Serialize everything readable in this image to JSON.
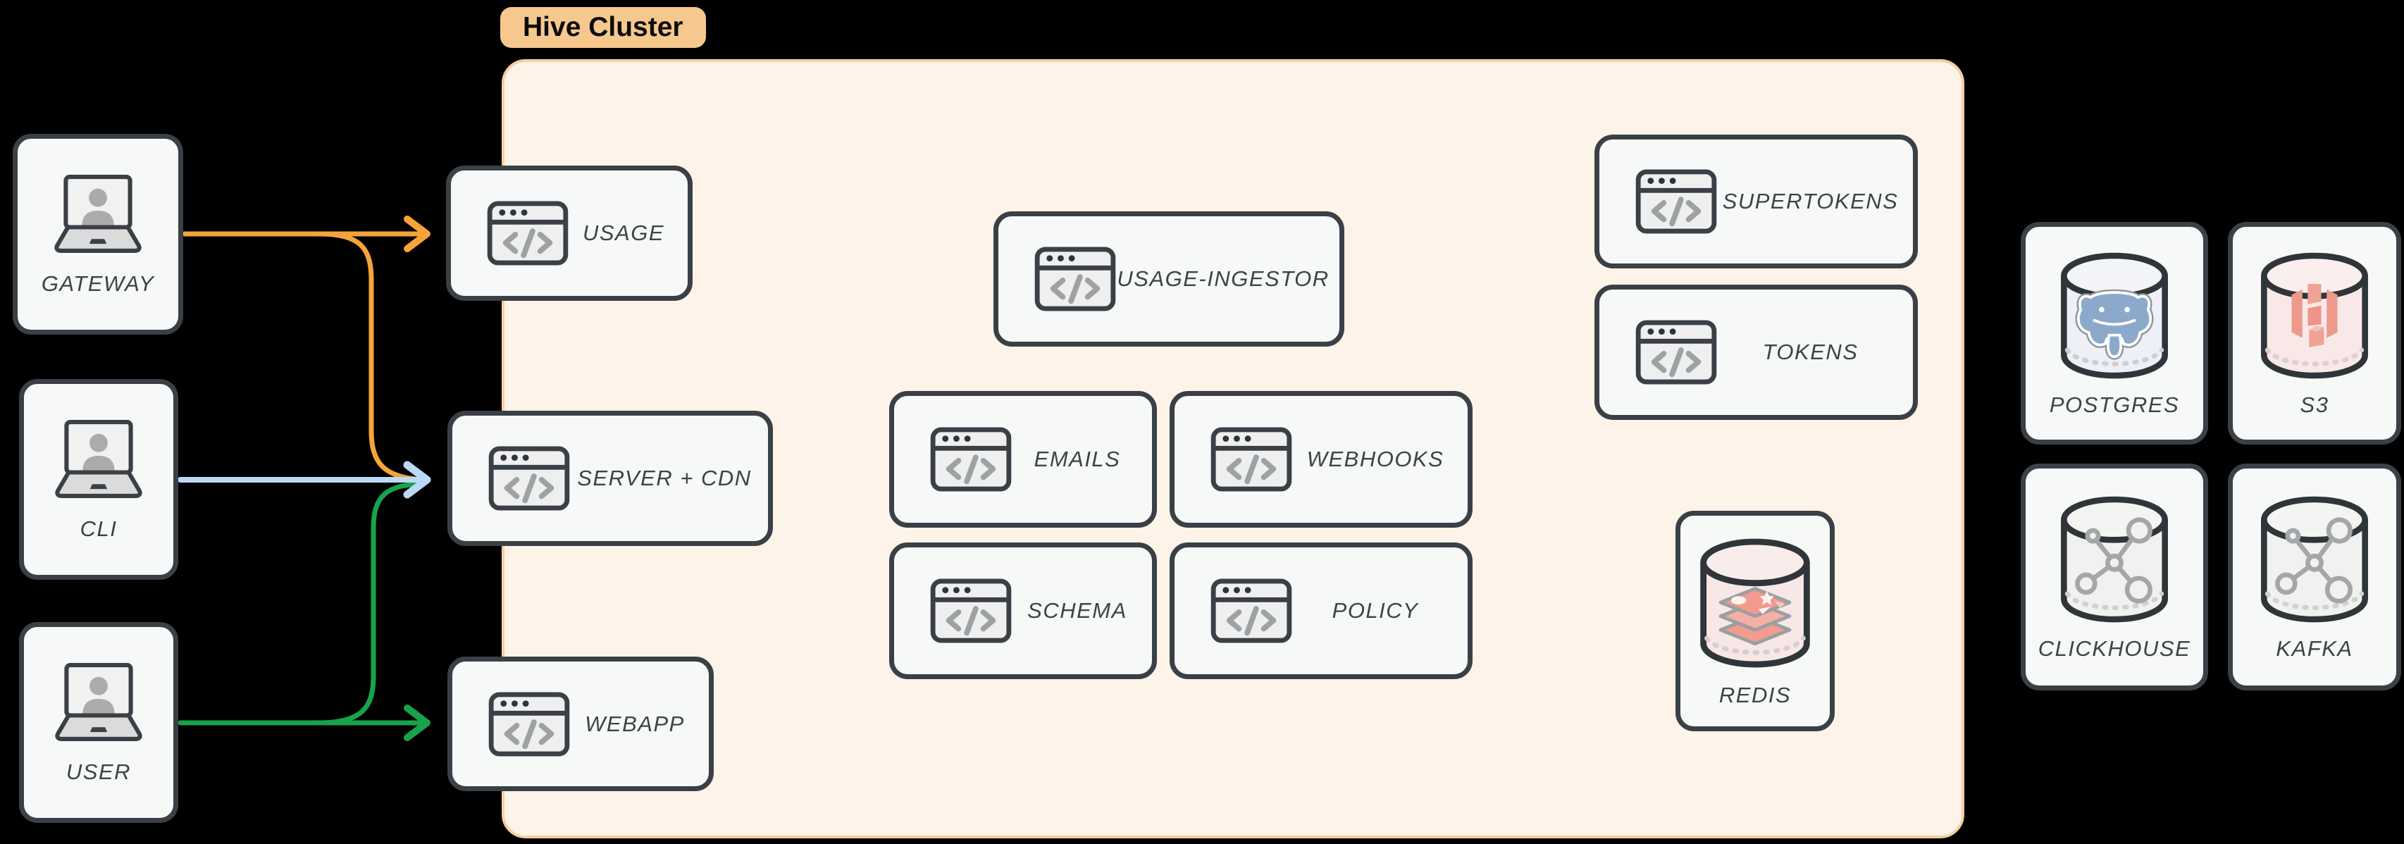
{
  "title_badge": "Hive Cluster",
  "actors": {
    "gateway": "GATEWAY",
    "cli": "CLI",
    "user": "USER"
  },
  "services": {
    "usage": "USAGE",
    "server_cdn": "SERVER + CDN",
    "webapp": "WEBAPP",
    "usage_ingestor": "USAGE-INGESTOR",
    "emails": "EMAILS",
    "webhooks": "WEBHOOKS",
    "schema": "SCHEMA",
    "policy": "POLICY",
    "supertokens": "SUPERTOKENS",
    "tokens": "TOKENS"
  },
  "datastores": {
    "redis": "REDIS",
    "postgres": "POSTGRES",
    "s3": "S3",
    "clickhouse": "CLICKHOUSE",
    "kafka": "KAFKA"
  },
  "connections": [
    {
      "from": "GATEWAY",
      "to": "USAGE",
      "color_key": "orange"
    },
    {
      "from": "GATEWAY",
      "to": "SERVER + CDN",
      "color_key": "orange"
    },
    {
      "from": "CLI",
      "to": "SERVER + CDN",
      "color_key": "blue"
    },
    {
      "from": "USER",
      "to": "SERVER + CDN",
      "color_key": "green"
    },
    {
      "from": "USER",
      "to": "WEBAPP",
      "color_key": "green"
    }
  ],
  "colors": {
    "orange": "#F6A33C",
    "blue": "#BBD9F5",
    "green": "#17A34A",
    "cluster_bg": "#FDF3E9",
    "cluster_border": "#F6CF9F",
    "badge_bg": "#F7C88E",
    "node_bg": "#F7F8F8",
    "node_border": "#3A4045",
    "label": "#3E4346"
  }
}
